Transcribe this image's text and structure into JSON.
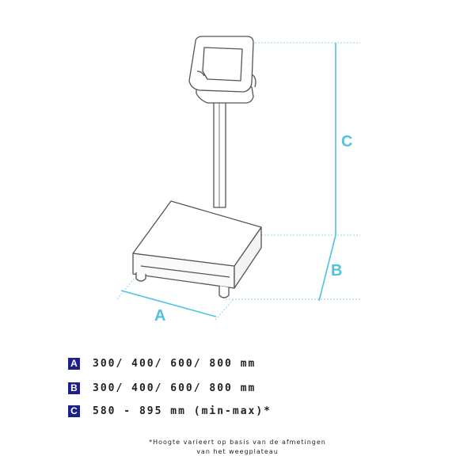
{
  "dimensions": [
    {
      "letter": "A",
      "text": "300/ 400/ 600/ 800 mm"
    },
    {
      "letter": "B",
      "text": "300/ 400/ 600/ 800 mm"
    },
    {
      "letter": "C",
      "text": "580 - 895 mm (min-max)*"
    }
  ],
  "footnote": {
    "line1": "*Hoogte varieert op basis van de afmetingen",
    "line2": "van het weegplateau"
  },
  "colors": {
    "dimension_line": "#4fc3e0",
    "badge": "#1d1f8a",
    "outline": "#555555"
  }
}
